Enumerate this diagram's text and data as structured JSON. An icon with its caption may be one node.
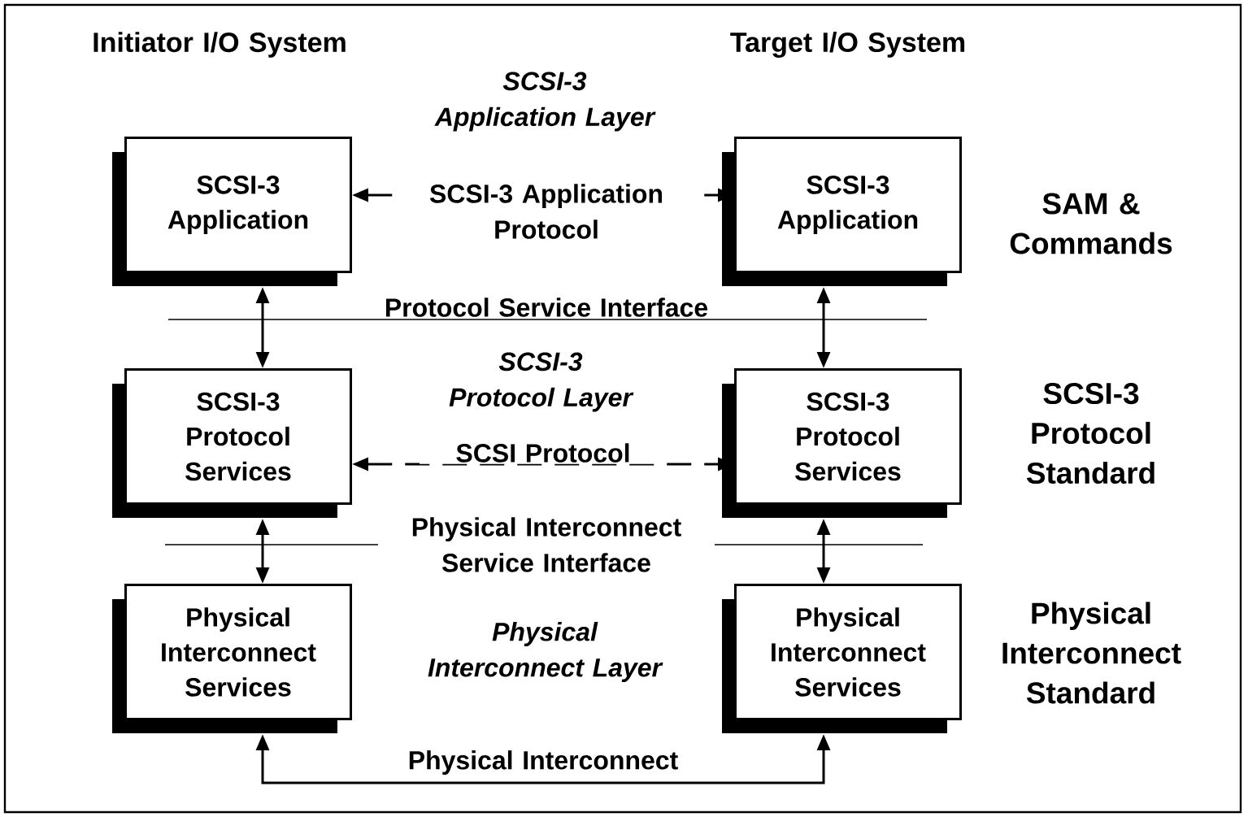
{
  "diagram": {
    "nodes": [
      {
        "text": [
          "SCSI-3 Application"
        ]
      },
      {
        "text": [
          "SCSI-3 Application"
        ]
      },
      {
        "text": [
          "SCSI-3 Protocol Services"
        ]
      },
      {
        "text": [
          "SCSI-3 Protocol Services"
        ]
      },
      {
        "text": [
          "Physical Interconnect Services"
        ]
      },
      {
        "text": [
          "Physical Interconnect Services"
        ]
      }
    ],
    "edges": [
      {
        "from": 0,
        "to": 1,
        "arrow": "both",
        "style": "dashed",
        "label": "SCSI-3 Application Protocol"
      },
      {
        "from": 0,
        "to": 2,
        "arrow": "both"
      },
      {
        "from": 1,
        "to": 3,
        "arrow": "both"
      },
      {
        "from": 2,
        "to": 3,
        "arrow": "both",
        "style": "dashed",
        "label": "SCSI Protocol"
      },
      {
        "from": 2,
        "to": 4,
        "arrow": "both"
      },
      {
        "from": 3,
        "to": 5,
        "arrow": "both"
      },
      {
        "from": 4,
        "to": 5,
        "arrow": "both",
        "label": "Physical Interconnect"
      }
    ],
    "labels": [
      "Initiator I/O System",
      "Target I/O System",
      "SCSI-3 Application Layer",
      "Protocol Service Interface",
      "SCSI-3 Protocol Layer",
      "Physical Interconnect Service Interface",
      "Physical Interconnect Layer",
      "SAM & Commands",
      "SCSI-3 Protocol Standard",
      "Physical Interconnect Standard"
    ]
  }
}
